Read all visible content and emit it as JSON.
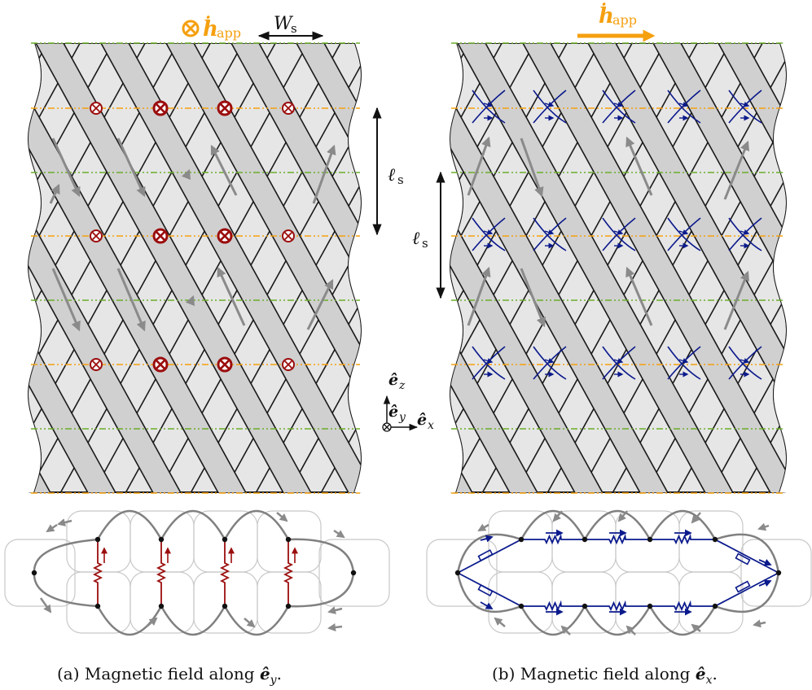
{
  "colors": {
    "strand_fill": "#d0d0d0",
    "strand_fill_light": "#e6e6e6",
    "outline": "#1a1a1a",
    "current_arrow": "#8a8a8a",
    "applied_field": "#f5a00f",
    "current_into_page": "#9b0d0d",
    "field_lines": "#0b1a8c",
    "guide_green": "#6aad2a",
    "guide_orange": "#f5a00f",
    "cell_outline": "#c8c8c8",
    "loop_gray": "#808080"
  },
  "icons": {
    "into_page": "circled-times-icon",
    "resistor": "resistor-zigzag-icon",
    "arrow": "arrow-icon"
  },
  "panel_a": {
    "applied_field_symbol": "ḣ",
    "applied_field_subscript": "app",
    "applied_field_direction": "into-page",
    "width_label": "W",
    "width_subscript": "s",
    "length_label": "ℓ",
    "length_subscript": "s",
    "caption_prefix": "(a) Magnetic field along ",
    "caption_vec": "ê",
    "caption_sub": "y",
    "caption_suffix": "."
  },
  "panel_b": {
    "applied_field_symbol": "ḣ",
    "applied_field_subscript": "app",
    "applied_field_direction": "right",
    "length_label": "ℓ",
    "length_subscript": "s",
    "caption_prefix": "(b) Magnetic field along ",
    "caption_vec": "ê",
    "caption_sub": "x",
    "caption_suffix": "."
  },
  "axes": {
    "z_vec": "ê",
    "z_sub": "z",
    "y_vec": "ê",
    "y_sub": "y",
    "x_vec": "ê",
    "x_sub": "x"
  }
}
